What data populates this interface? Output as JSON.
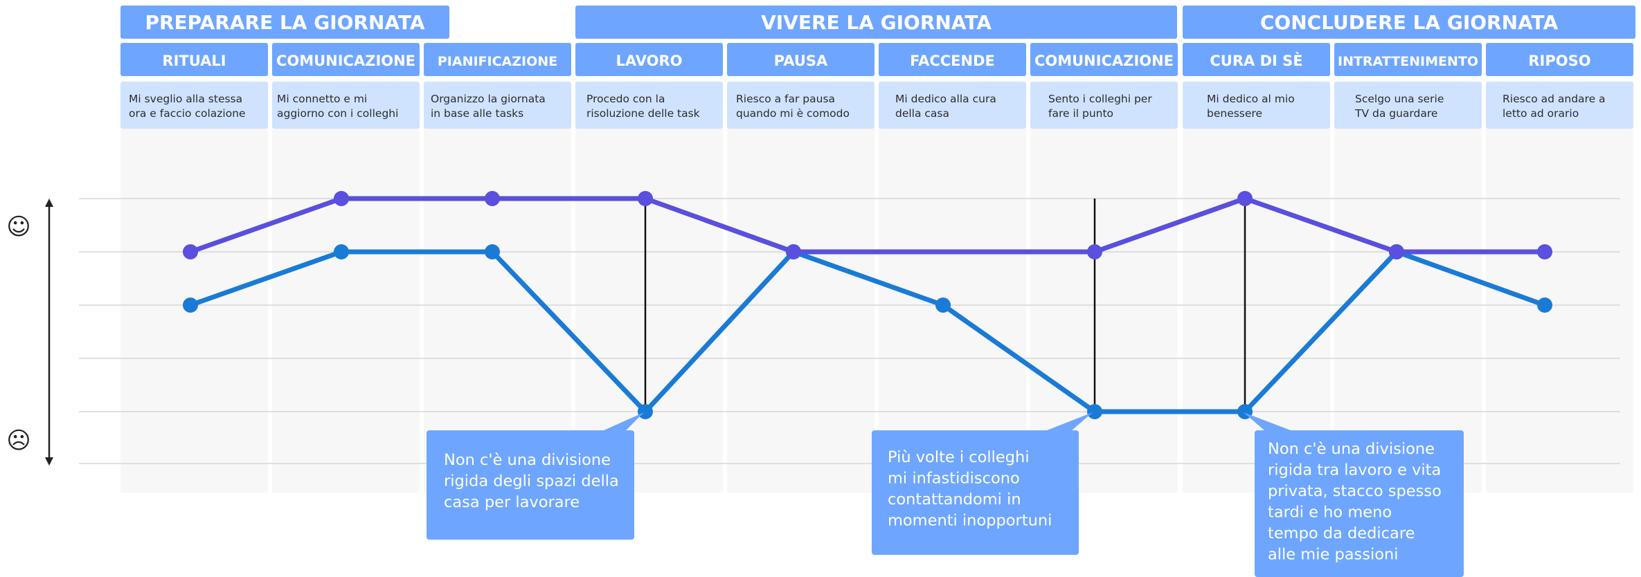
{
  "colors": {
    "header_blue": "#6ea6ff",
    "desc_bg": "#cfe3ff",
    "column_bg": "#f7f7f7",
    "series_a": "#5a4fde",
    "series_b": "#1a7bd6",
    "note_bg": "#6ea6ff",
    "grid": "#d6d6d6"
  },
  "phases": [
    {
      "label": "PREPARARE LA GIORNATA",
      "span": [
        0,
        2
      ]
    },
    {
      "label": "VIVERE LA GIORNATA",
      "span": [
        3,
        6
      ]
    },
    {
      "label": "CONCLUDERE LA GIORNATA",
      "span": [
        7,
        9
      ]
    }
  ],
  "steps": [
    {
      "label": "RITUALI",
      "desc": [
        "Mi sveglio alla stessa",
        "ora e faccio colazione"
      ]
    },
    {
      "label": "COMUNICAZIONE",
      "desc": [
        "Mi connetto e mi",
        "aggiorno con i colleghi"
      ]
    },
    {
      "label": "PIANIFICAZIONE",
      "desc": [
        "Organizzo la giornata",
        "in base alle tasks"
      ]
    },
    {
      "label": "LAVORO",
      "desc": [
        "Procedo con la",
        "risoluzione delle task"
      ]
    },
    {
      "label": "PAUSA",
      "desc": [
        "Riesco a far pausa",
        "quando mi è comodo"
      ]
    },
    {
      "label": "FACCENDE",
      "desc": [
        "Mi dedico alla cura",
        "della casa"
      ]
    },
    {
      "label": "COMUNICAZIONE",
      "desc": [
        "Sento i colleghi per",
        "fare il punto"
      ]
    },
    {
      "label": "CURA DI SÈ",
      "desc": [
        "Mi dedico al mio",
        "benessere"
      ]
    },
    {
      "label": "INTRATTENIMENTO",
      "desc": [
        "Scelgo una serie",
        "TV da guardare"
      ]
    },
    {
      "label": "RIPOSO",
      "desc": [
        "Riesco ad andare a",
        "letto ad orario"
      ]
    }
  ],
  "chart_data": {
    "type": "line",
    "y_levels": 6,
    "y_axis_icons": {
      "top": "☺",
      "bottom": "☹"
    },
    "series": [
      {
        "color_key": "series_a",
        "points": [
          [
            0,
            4
          ],
          [
            1,
            5
          ],
          [
            2,
            5
          ],
          [
            3,
            5
          ],
          [
            4,
            4
          ],
          [
            6,
            4
          ],
          [
            7,
            5
          ],
          [
            8,
            4
          ],
          [
            9,
            4
          ]
        ]
      },
      {
        "color_key": "series_b",
        "points": [
          [
            0,
            3
          ],
          [
            1,
            4
          ],
          [
            2,
            4
          ],
          [
            3,
            1
          ],
          [
            4,
            4
          ],
          [
            5,
            3
          ],
          [
            6,
            1
          ],
          [
            7,
            1
          ],
          [
            8,
            4
          ],
          [
            9,
            3
          ]
        ]
      }
    ],
    "connectors": [
      3,
      6,
      7
    ]
  },
  "notes": [
    {
      "pointer_step": 3,
      "lines": [
        "Non c'è una divisione",
        "rigida degli spazi della",
        "casa per lavorare"
      ]
    },
    {
      "pointer_step": 6,
      "lines": [
        "Più volte i colleghi",
        "mi infastidiscono",
        "contattandomi in",
        "momenti inopportuni"
      ]
    },
    {
      "pointer_step": 7,
      "lines": [
        "Non c'è una divisione",
        "rigida tra lavoro e vita",
        "privata, stacco spesso",
        "tardi e ho meno",
        "tempo da dedicare",
        "alle mie passioni"
      ]
    }
  ]
}
